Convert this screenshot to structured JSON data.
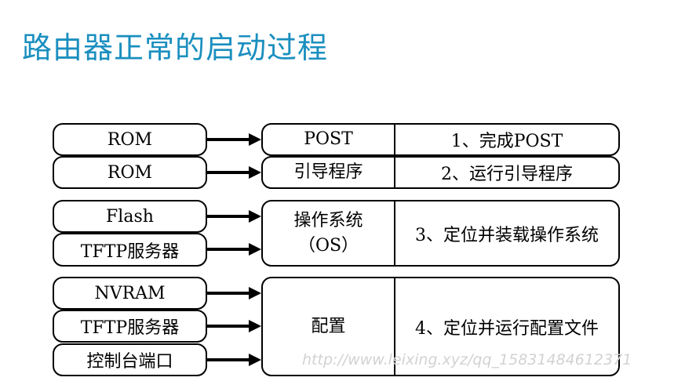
{
  "title": "路由器正常的启动过程",
  "sources": [
    "ROM",
    "ROM",
    "Flash",
    "TFTP服务器",
    "NVRAM",
    "TFTP服务器",
    "控制台端口"
  ],
  "stages": [
    {
      "name": "POST",
      "desc": "1、完成POST"
    },
    {
      "name": "引导程序",
      "desc": "2、运行引导程序"
    },
    {
      "name": "操作系统",
      "name2": "（OS）",
      "desc": "3、定位并装载操作系统"
    },
    {
      "name": "配置",
      "desc": "4、定位并运行配置文件"
    }
  ],
  "watermark": "http://www.leixing.xyz/qq_15831484612371"
}
